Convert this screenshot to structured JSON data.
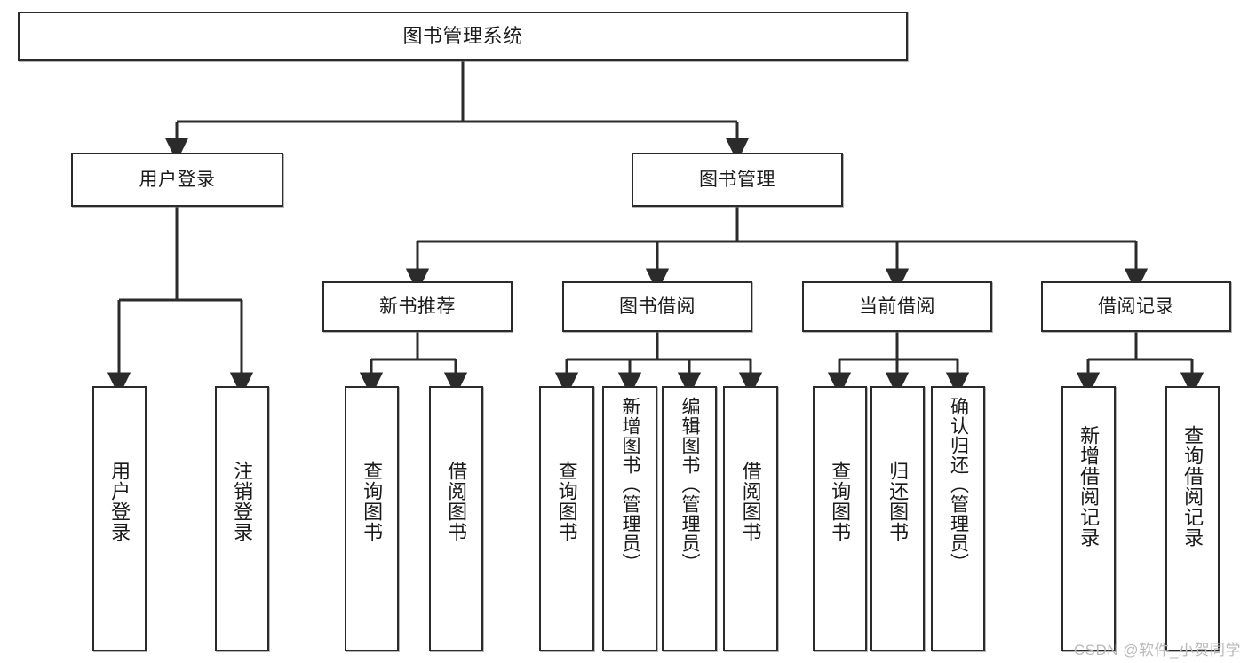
{
  "diagram": {
    "title": "图书管理系统",
    "type": "tree-hierarchy-chart",
    "root": {
      "id": "root",
      "label": "图书管理系统"
    },
    "level1": [
      {
        "id": "user-login",
        "label": "用户登录"
      },
      {
        "id": "book-management",
        "label": "图书管理"
      }
    ],
    "level2": [
      {
        "id": "new-book-recommend",
        "label": "新书推荐",
        "parent": "book-management"
      },
      {
        "id": "book-borrow",
        "label": "图书借阅",
        "parent": "book-management"
      },
      {
        "id": "current-borrow",
        "label": "当前借阅",
        "parent": "book-management"
      },
      {
        "id": "borrow-record",
        "label": "借阅记录",
        "parent": "book-management"
      }
    ],
    "leaves": [
      {
        "id": "leaf-user-login",
        "label": "用户登录",
        "parent": "user-login"
      },
      {
        "id": "leaf-logout",
        "label": "注销登录",
        "parent": "user-login"
      },
      {
        "id": "leaf-query-book-1",
        "label": "查询图书",
        "parent": "new-book-recommend"
      },
      {
        "id": "leaf-borrow-book-1",
        "label": "借阅图书",
        "parent": "new-book-recommend"
      },
      {
        "id": "leaf-query-book-2",
        "label": "查询图书",
        "parent": "book-borrow"
      },
      {
        "id": "leaf-add-book",
        "label": "新增图书（管理员）",
        "parent": "book-borrow"
      },
      {
        "id": "leaf-edit-book",
        "label": "编辑图书（管理员）",
        "parent": "book-borrow"
      },
      {
        "id": "leaf-borrow-book-2",
        "label": "借阅图书",
        "parent": "book-borrow"
      },
      {
        "id": "leaf-query-book-3",
        "label": "查询图书",
        "parent": "current-borrow"
      },
      {
        "id": "leaf-return-book",
        "label": "归还图书",
        "parent": "current-borrow"
      },
      {
        "id": "leaf-confirm-return",
        "label": "确认归还（管理员）",
        "parent": "current-borrow"
      },
      {
        "id": "leaf-add-record",
        "label": "新增借阅记录",
        "parent": "borrow-record"
      },
      {
        "id": "leaf-query-record",
        "label": "查询借阅记录",
        "parent": "borrow-record"
      }
    ],
    "colors": {
      "stroke": "#2b2b2b",
      "fill": "#ffffff",
      "text": "#1a1a1a",
      "watermark": "#b9b9b9"
    }
  },
  "watermark": {
    "text": "CSDN @软件_小贺同学"
  }
}
